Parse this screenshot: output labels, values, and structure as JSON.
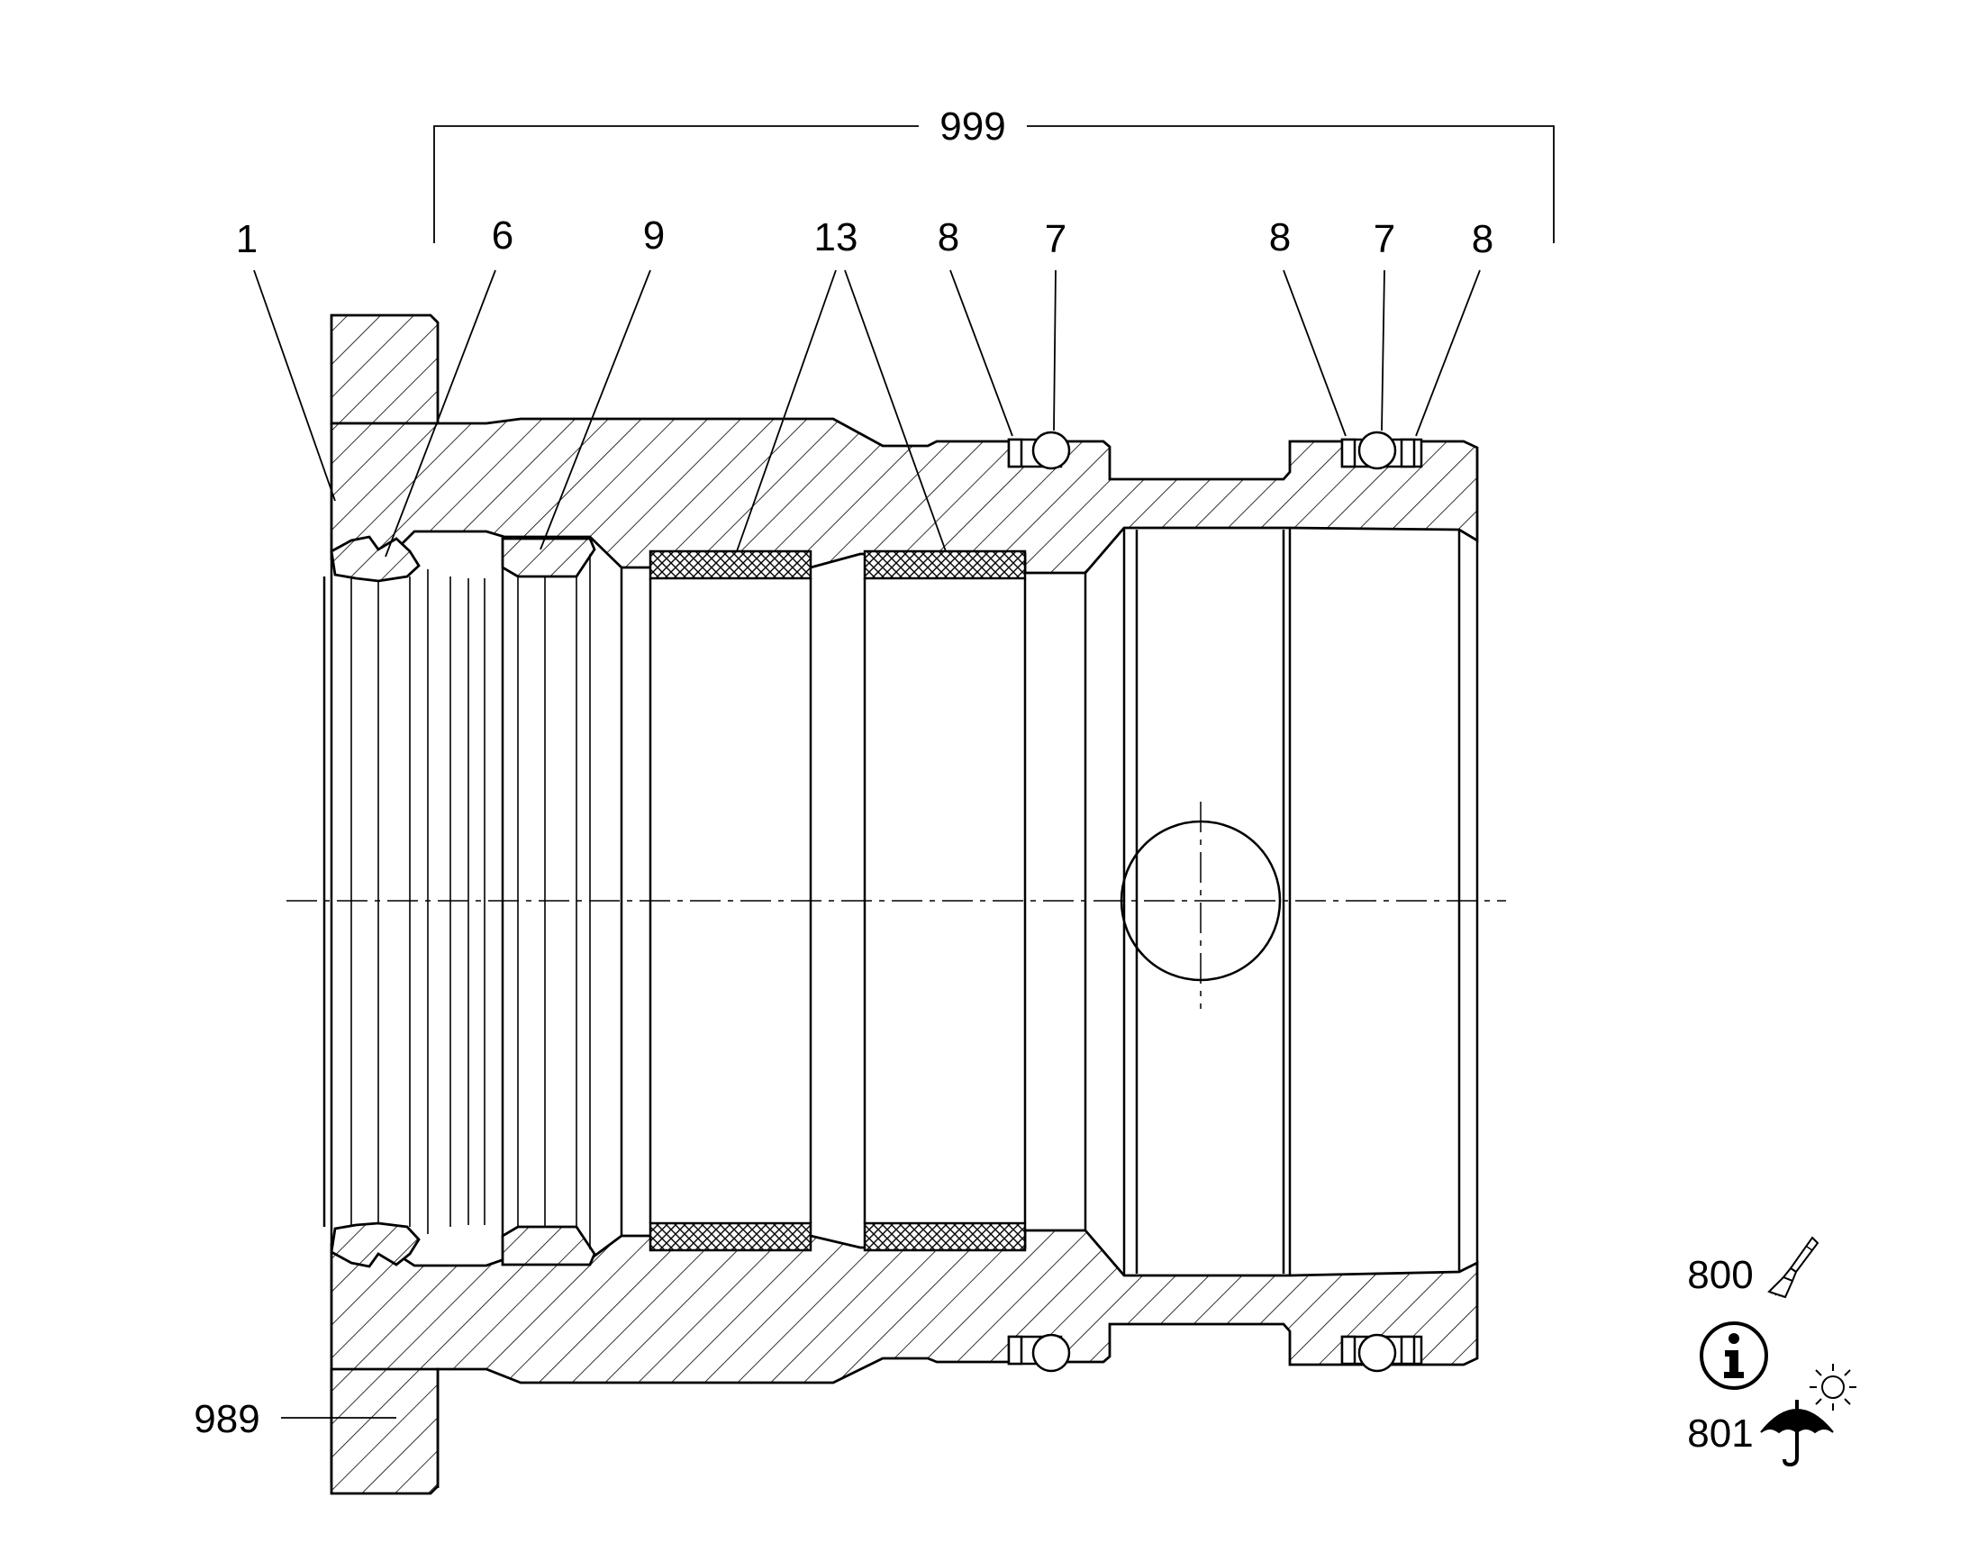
{
  "labels": {
    "assembly": "999",
    "part_1": "1",
    "part_6": "6",
    "part_9": "9",
    "part_13": "13",
    "part_8_a": "8",
    "part_7_a": "7",
    "part_8_b": "8",
    "part_7_b": "7",
    "part_8_c": "8",
    "part_989": "989"
  },
  "legend": {
    "paint_code": "800",
    "storage_code": "801",
    "paint_icon": "paint-brush-icon",
    "info_icon": "info-icon",
    "storage_icon": "umbrella-sun-icon"
  },
  "colors": {
    "line": "#000000",
    "background": "#ffffff"
  }
}
